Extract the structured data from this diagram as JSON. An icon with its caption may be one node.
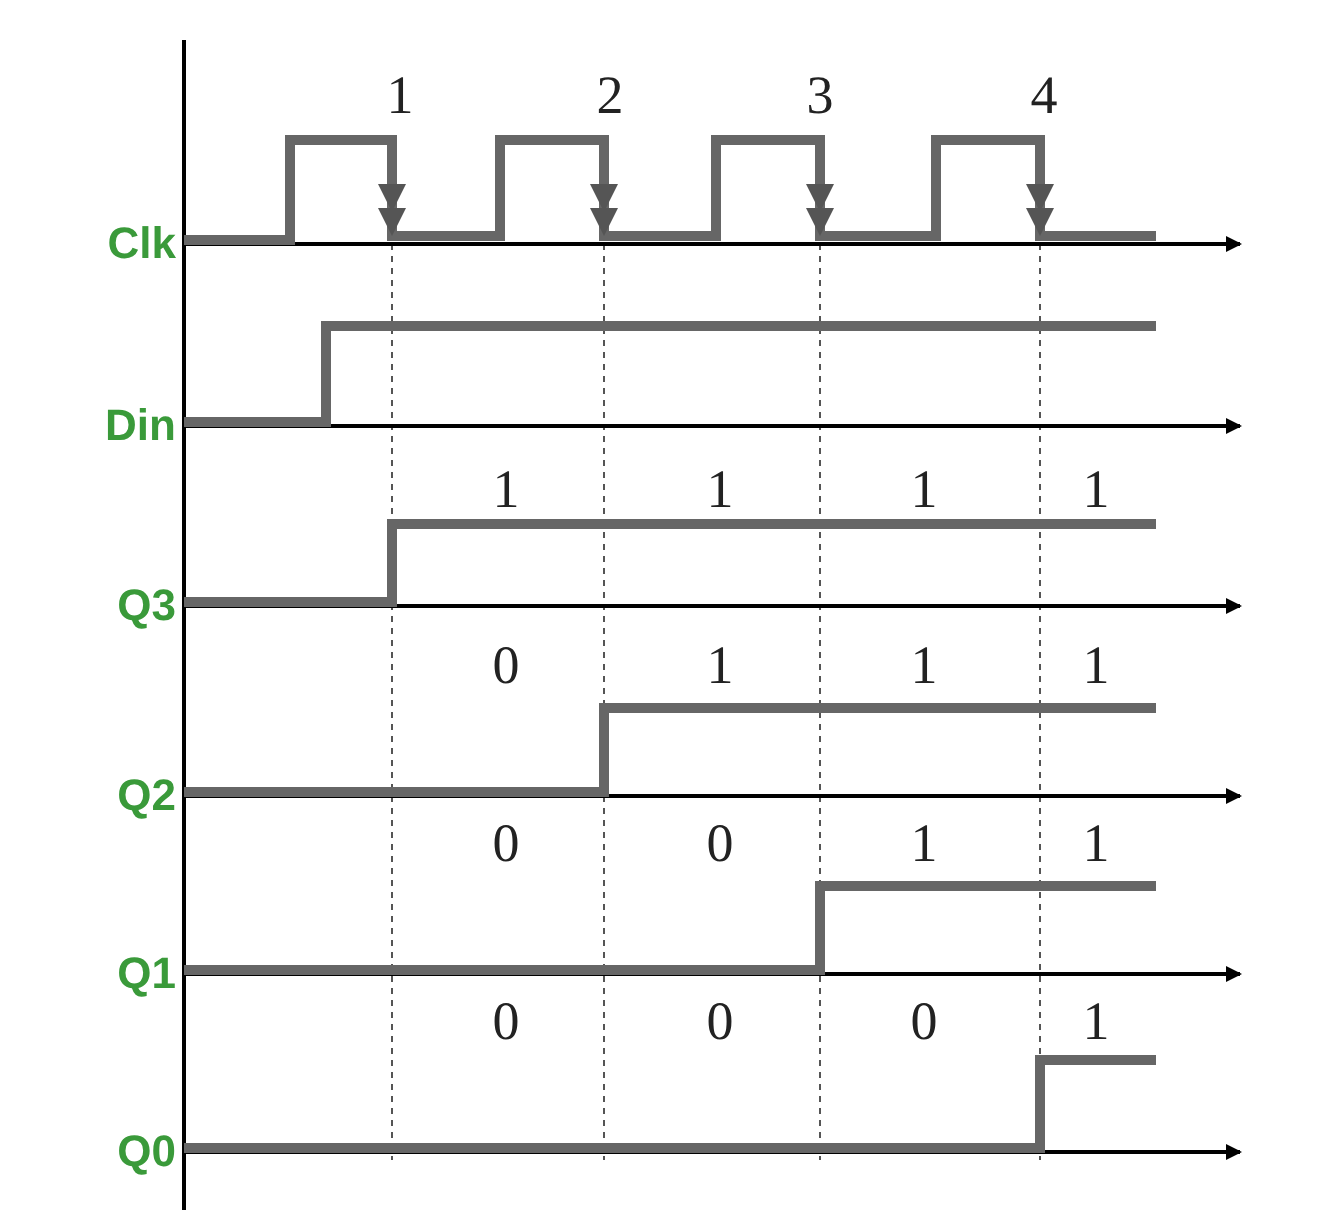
{
  "diagram": {
    "labels": [
      "1",
      "2",
      "3",
      "4",
      "Clk",
      "Din",
      "1",
      "1",
      "1",
      "1",
      "Q3",
      "0",
      "1",
      "1",
      "1",
      "Q2",
      "0",
      "0",
      "1",
      "1",
      "Q1",
      "0",
      "0",
      "0",
      "1",
      "Q0"
    ]
  }
}
